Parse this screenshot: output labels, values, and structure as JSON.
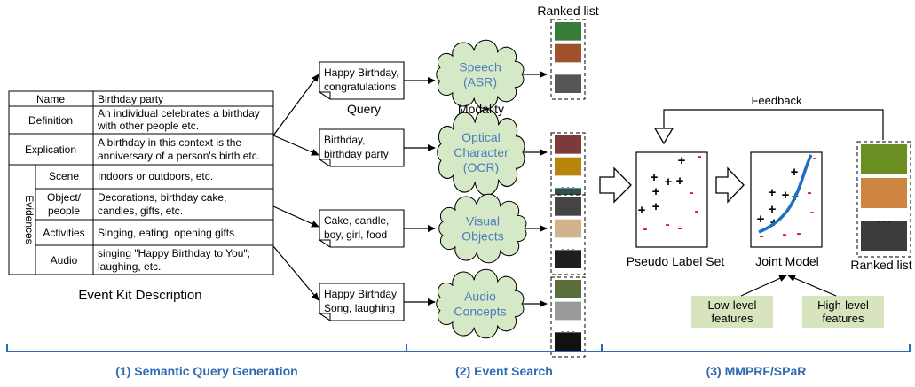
{
  "event_kit": {
    "caption": "Event Kit Description",
    "name_label": "Name",
    "name_value": "Birthday party",
    "definition_label": "Definition",
    "definition_value": [
      "An individual celebrates a birthday",
      "with other people etc."
    ],
    "explication_label": "Explication",
    "explication_value": [
      "A birthday in this context is the",
      "anniversary of a person's birth etc."
    ],
    "evidences_label": "Evidences",
    "scene_label": "Scene",
    "scene_value": "Indoors or outdoors, etc.",
    "object_label": [
      "Object/",
      "people"
    ],
    "object_value": [
      "Decorations, birthday cake,",
      "candles, gifts, etc."
    ],
    "activities_label": "Activities",
    "activities_value": "Singing, eating, opening gifts",
    "audio_label": "Audio",
    "audio_value": [
      "singing \"Happy Birthday to You\";",
      "laughing, etc."
    ]
  },
  "queries": {
    "caption": "Query",
    "items": [
      [
        "Happy Birthday,",
        "congratulations"
      ],
      [
        "Birthday,",
        "birthday party"
      ],
      [
        "Cake, candle,",
        "boy, girl, food"
      ],
      [
        "Happy Birthday",
        "Song, laughing"
      ]
    ]
  },
  "modalities": {
    "caption": "Modality",
    "items": [
      [
        "Speech",
        "(ASR)"
      ],
      [
        "Optical",
        "Character",
        "(OCR)"
      ],
      [
        "Visual",
        "Objects"
      ],
      [
        "Audio",
        "Concepts"
      ]
    ]
  },
  "ranked_list_top_label": "Ranked list",
  "ranked_list_right_label": "Ranked list",
  "ellipsis": "· · ·",
  "feedback_label": "Feedback",
  "pseudo_label_caption": "Pseudo Label Set",
  "joint_model_caption": "Joint Model",
  "low_level_features": [
    "Low-level",
    "features"
  ],
  "high_level_features": [
    "High-level",
    "features"
  ],
  "sections": [
    "(1) Semantic Query Generation",
    "(2) Event Search",
    "(3) MMPRF/SPaR"
  ],
  "colors": {
    "cloud_fill": "#d6e9c6",
    "cloud_text": "#4a7ebb",
    "section_blue": "#2e6bb5",
    "feature_fill": "#d7e4bd",
    "marker_minus": "#e0001b",
    "curve": "#1f6fc1"
  }
}
